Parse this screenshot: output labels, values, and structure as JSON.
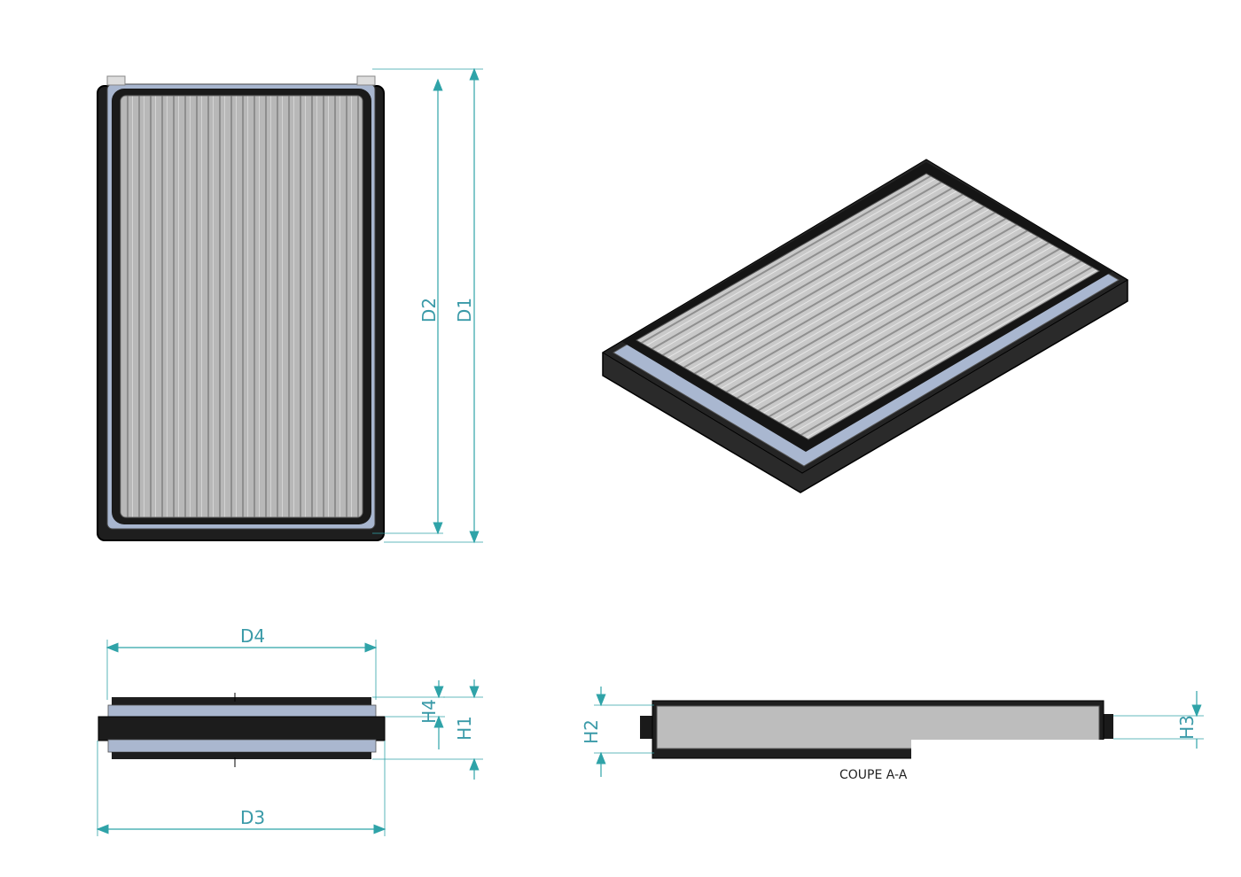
{
  "colors": {
    "dimension": "#2fa3a8",
    "frame": "#222222",
    "seal": "#111111",
    "filter_media": "#b9b9b9",
    "spacer": "#aab8d4"
  },
  "labels": {
    "d1": "D1",
    "d2": "D2",
    "d3": "D3",
    "d4": "D4",
    "h1": "H1",
    "h2": "H2",
    "h3": "H3",
    "h4": "H4",
    "section": "COUPE A-A"
  }
}
